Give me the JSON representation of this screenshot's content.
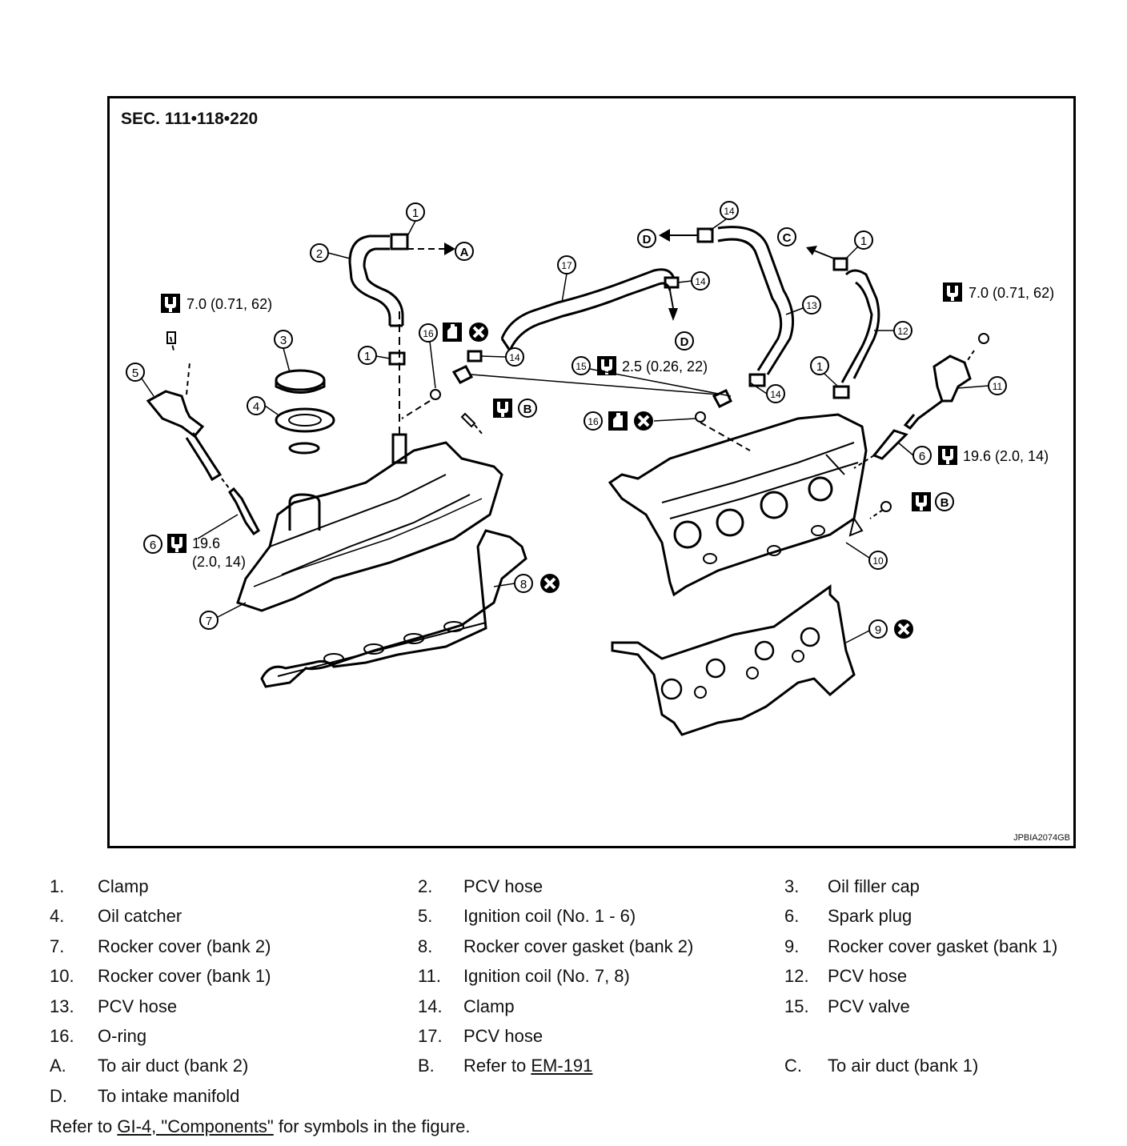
{
  "figure": {
    "section": "SEC. 111•118•220",
    "code": "JPBIA2074GB"
  },
  "callouts": {
    "c1": "1",
    "c2": "2",
    "c3": "3",
    "c4": "4",
    "c5": "5",
    "c6": "6",
    "c7": "7",
    "c8": "8",
    "c9": "9",
    "c10": "10",
    "c11": "11",
    "c12": "12",
    "c13": "13",
    "c14": "14",
    "c15": "15",
    "c16": "16",
    "c17": "17",
    "A": "A",
    "B": "B",
    "C": "C",
    "D": "D"
  },
  "torques": {
    "coil_bank2": "7.0 (0.71, 62)",
    "coil_bank1": "7.0 (0.71, 62)",
    "pcv_valve": "2.5 (0.26, 22)",
    "plug_bank1": "19.6 (2.0, 14)",
    "plug_bank2_line1": "19.6",
    "plug_bank2_line2": "(2.0, 14)"
  },
  "legend": [
    [
      {
        "num": "1.",
        "text": "Clamp"
      },
      {
        "num": "2.",
        "text": "PCV hose"
      },
      {
        "num": "3.",
        "text": "Oil filler cap"
      }
    ],
    [
      {
        "num": "4.",
        "text": "Oil catcher"
      },
      {
        "num": "5.",
        "text": "Ignition coil (No. 1 - 6)"
      },
      {
        "num": "6.",
        "text": "Spark plug"
      }
    ],
    [
      {
        "num": "7.",
        "text": "Rocker cover (bank 2)"
      },
      {
        "num": "8.",
        "text": "Rocker cover gasket (bank 2)"
      },
      {
        "num": "9.",
        "text": "Rocker cover gasket (bank 1)"
      }
    ],
    [
      {
        "num": "10.",
        "text": "Rocker cover (bank 1)"
      },
      {
        "num": "11.",
        "text": "Ignition coil (No. 7, 8)"
      },
      {
        "num": "12.",
        "text": "PCV hose"
      }
    ],
    [
      {
        "num": "13.",
        "text": "PCV hose"
      },
      {
        "num": "14.",
        "text": "Clamp"
      },
      {
        "num": "15.",
        "text": "PCV valve"
      }
    ],
    [
      {
        "num": "16.",
        "text": "O-ring"
      },
      {
        "num": "17.",
        "text": "PCV hose"
      }
    ],
    [
      {
        "num": "A.",
        "text": "To air duct (bank 2)"
      },
      {
        "num": "B.",
        "text": "Refer to ",
        "link": "EM-191"
      },
      {
        "num": "C.",
        "text": "To air duct (bank 1)"
      }
    ],
    [
      {
        "num": "D.",
        "text": "To intake manifold"
      }
    ]
  ],
  "note": {
    "prefix": "Refer to ",
    "link": "GI-4, \"Components\"",
    "suffix": " for symbols in the figure."
  }
}
